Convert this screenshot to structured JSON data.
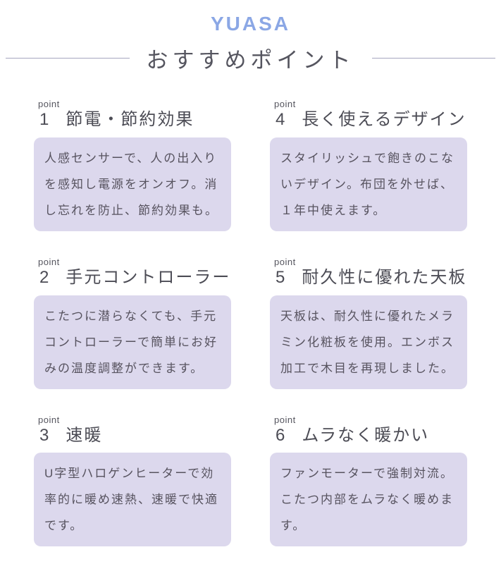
{
  "brand": "YUASA",
  "title": "おすすめポイント",
  "colors": {
    "brand_blue": "#8ba7e5",
    "title_text": "#55555f",
    "heading_text": "#4c4c55",
    "body_text": "#57535f",
    "box_background": "#dcd8ed",
    "divider_line": "#a5a5bf"
  },
  "points": [
    {
      "label": "point",
      "number": "1",
      "heading": "節電・節約効果",
      "body": "人感センサーで、人の出入りを感知し電源をオンオフ。消し忘れを防止、節約効果も。"
    },
    {
      "label": "point",
      "number": "2",
      "heading": "手元コントローラー",
      "body": "こたつに潜らなくても、手元コントローラーで簡単にお好みの温度調整ができます。"
    },
    {
      "label": "point",
      "number": "3",
      "heading": "速暖",
      "body": "U字型ハロゲンヒーターで効率的に暖め速熱、速暖で快適です。"
    },
    {
      "label": "point",
      "number": "4",
      "heading": "長く使えるデザイン",
      "body": "スタイリッシュで飽きのこないデザイン。布団を外せば、１年中使えます。"
    },
    {
      "label": "point",
      "number": "5",
      "heading": "耐久性に優れた天板",
      "body": "天板は、耐久性に優れたメラミン化粧板を使用。エンボス加工で木目を再現しました。"
    },
    {
      "label": "point",
      "number": "6",
      "heading": "ムラなく暖かい",
      "body": "ファンモーターで強制対流。こたつ内部をムラなく暖めます。"
    }
  ]
}
